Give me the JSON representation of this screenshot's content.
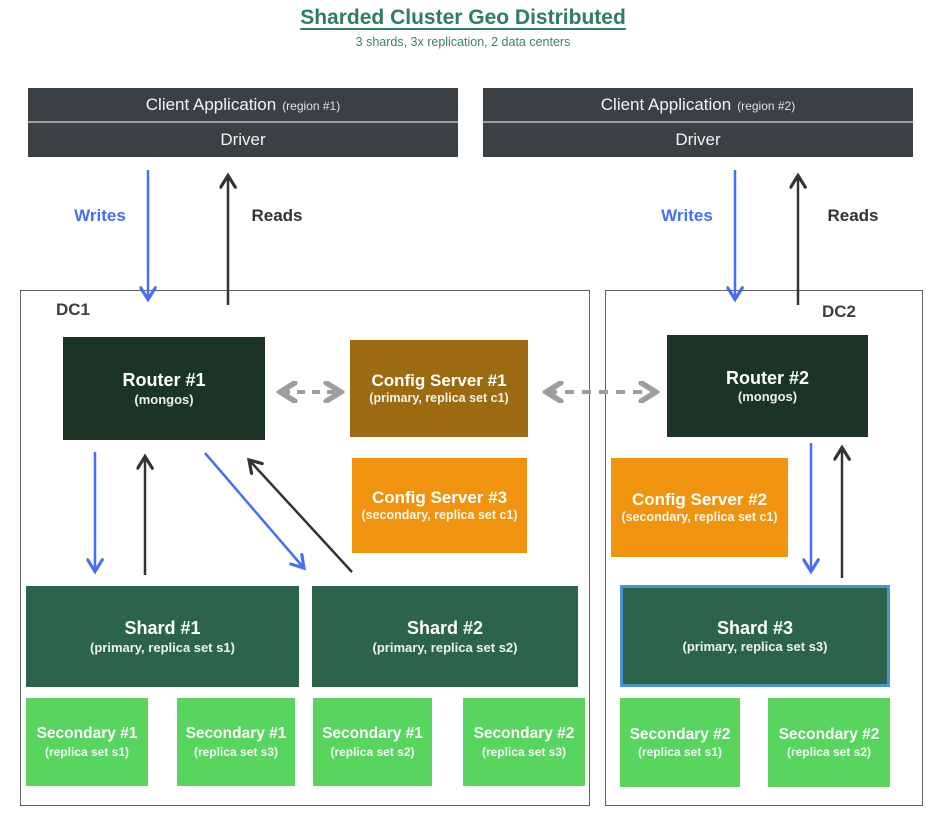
{
  "title": "Sharded Cluster Geo Distributed",
  "subtitle": "3 shards, 3x replication, 2 data centers",
  "clients": [
    {
      "app_label": "Client Application",
      "region": "(region #1)",
      "driver": "Driver"
    },
    {
      "app_label": "Client Application",
      "region": "(region #2)",
      "driver": "Driver"
    }
  ],
  "flow_labels": {
    "writes": "Writes",
    "reads": "Reads"
  },
  "datacenters": [
    {
      "label": "DC1",
      "router": {
        "title": "Router #1",
        "subtitle": "(mongos)"
      },
      "config_servers": [
        {
          "title": "Config Server #1",
          "subtitle": "(primary, replica set c1)"
        },
        {
          "title": "Config Server #3",
          "subtitle": "(secondary, replica set c1)"
        }
      ],
      "shards": [
        {
          "title": "Shard #1",
          "subtitle": "(primary, replica set s1)"
        },
        {
          "title": "Shard #2",
          "subtitle": "(primary, replica set s2)"
        }
      ],
      "secondaries": [
        {
          "title": "Secondary #1",
          "subtitle": "(replica set s1)"
        },
        {
          "title": "Secondary #1",
          "subtitle": "(replica set s3)"
        },
        {
          "title": "Secondary #1",
          "subtitle": "(replica set s2)"
        },
        {
          "title": "Secondary #2",
          "subtitle": "(replica set s3)"
        }
      ]
    },
    {
      "label": "DC2",
      "router": {
        "title": "Router #2",
        "subtitle": "(mongos)"
      },
      "config_servers": [
        {
          "title": "Config Server #2",
          "subtitle": "(secondary, replica set c1)"
        }
      ],
      "shards": [
        {
          "title": "Shard #3",
          "subtitle": "(primary, replica set s3)"
        }
      ],
      "secondaries": [
        {
          "title": "Secondary #2",
          "subtitle": "(replica set s1)"
        },
        {
          "title": "Secondary #2",
          "subtitle": "(replica set s2)"
        }
      ]
    }
  ],
  "colors": {
    "title_green": "#2e7d5c",
    "client_box": "#3b4045",
    "router_green": "#1c3425",
    "config_primary": "#9c6a10",
    "config_secondary": "#f0940f",
    "shard_green": "#2b634b",
    "secondary_green": "#58d55f",
    "shard3_border": "#4f93ce",
    "writes_blue": "#476ff1",
    "reads_black": "#333333",
    "sync_gray": "#9e9e9e"
  }
}
